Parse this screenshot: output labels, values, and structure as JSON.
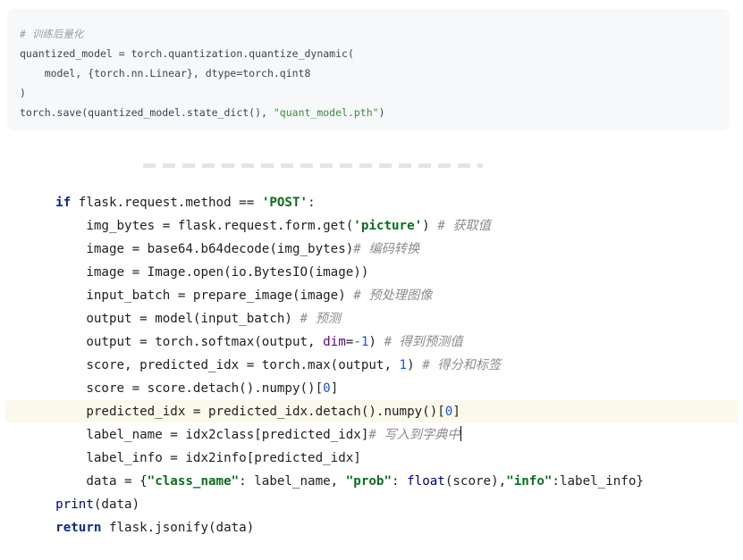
{
  "snippet_top": {
    "comment": "# 训练后量化",
    "line2_a": "quantized_model = torch.quantization.quantize_dynamic(",
    "line3_a": "    model, {torch.nn.Linear}, dtype=torch.qint8",
    "line4_a": ")",
    "line5_a": "torch.save(quantized_model.state_dict(), ",
    "line5_str": "\"quant_model.pth\"",
    "line5_b": ")"
  },
  "snippet_main": {
    "l1": {
      "kw": "if",
      "a": " flask.request.method == ",
      "s": "'POST'",
      "b": ":"
    },
    "l2": {
      "a": "    img_bytes = flask.request.form.get(",
      "s": "'picture'",
      "b": ") ",
      "c": "# 获取值"
    },
    "l3": {
      "a": "    image = base64.b64decode(img_bytes)",
      "c": "# 编码转换"
    },
    "l4": {
      "a": "    image = Image.open(io.BytesIO(image))"
    },
    "l5": {
      "a": "    input_batch = prepare_image(image) ",
      "c": "# 预处理图像"
    },
    "l6": {
      "a": "    output = model(input_batch) ",
      "c": "# 预测"
    },
    "l7": {
      "a": "    output = torch.softmax(output, ",
      "p": "dim",
      "b": "=",
      "n": "-1",
      "d": ") ",
      "c": "# 得到预测值"
    },
    "l8": {
      "a": "    score, predicted_idx = torch.max(output, ",
      "n": "1",
      "b": ") ",
      "c": "# 得分和标签"
    },
    "l9": {
      "a": "    score = score.detach().numpy()[",
      "n": "0",
      "b": "]"
    },
    "l10": {
      "a": "    predicted_idx = predicted_idx.detach().numpy()[",
      "n": "0",
      "b": "]"
    },
    "l11": {
      "a": "    label_name = idx2class[predicted_idx]",
      "c": "# 写入到字典中"
    },
    "l12": {
      "a": "    label_info = idx2info[predicted_idx]"
    },
    "l13": {
      "a": "    data = {",
      "s1": "\"class_name\"",
      "b": ": label_name, ",
      "s2": "\"prob\"",
      "c2": ": ",
      "f": "float",
      "d": "(score),",
      "s3": "\"info\"",
      "e": ":label_info}"
    },
    "l14": {
      "f": "print",
      "a": "(data)"
    },
    "l15": {
      "kw": "return",
      "a": " flask.jsonify(data)"
    }
  }
}
